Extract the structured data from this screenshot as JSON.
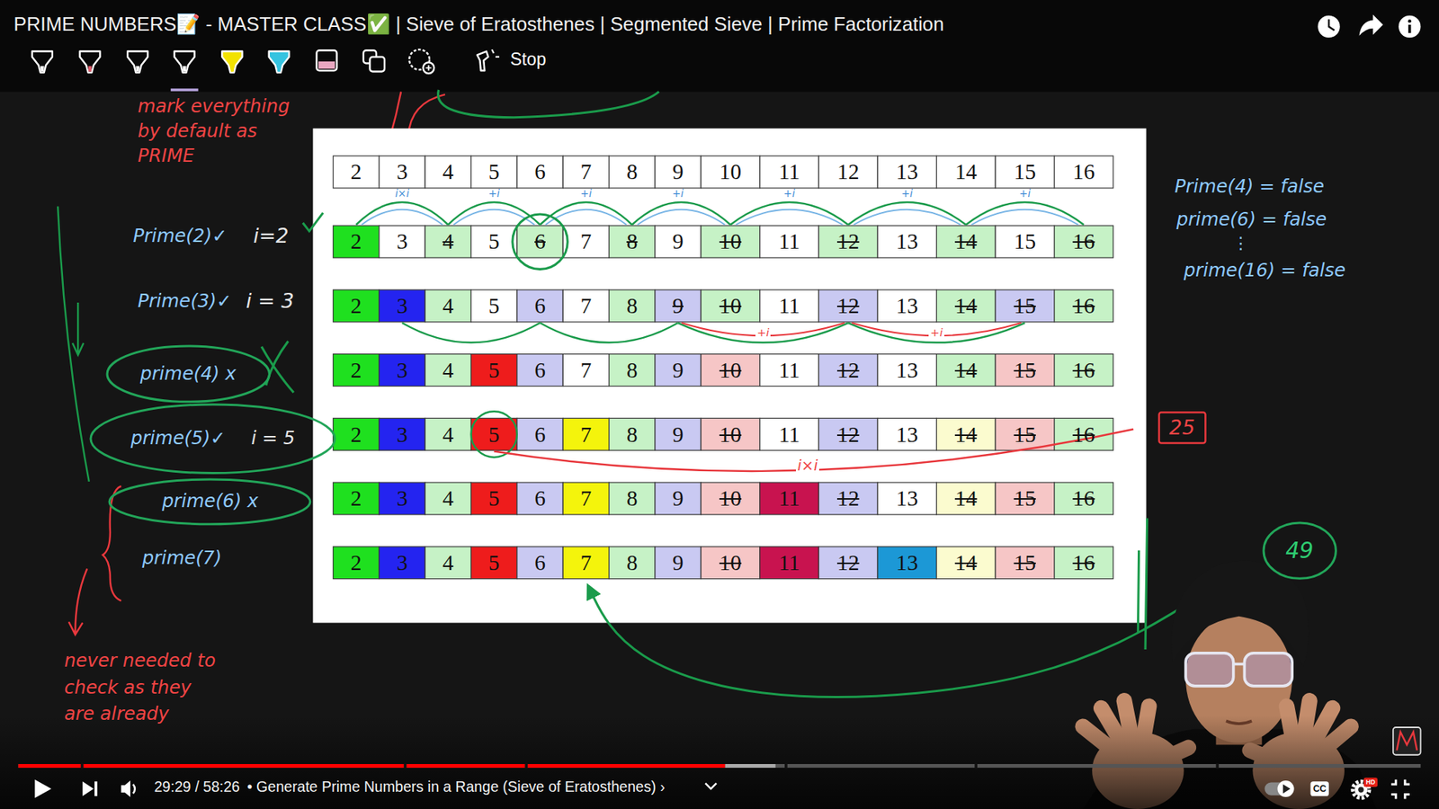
{
  "diagram": {
    "title": "PRIME NUMBERS📝 - MASTER CLASS✅ | Sieve of Eratosthenes | Segmented Sieve | Prime Factorization",
    "nodes": [
      {
        "text": [
          "prime(4) x"
        ]
      },
      {
        "text": [
          "prime(5)✓",
          "i = 5"
        ]
      },
      {
        "text": [
          "prime(6) x"
        ]
      },
      {
        "text": [
          "25"
        ]
      },
      {
        "text": [
          "49"
        ]
      }
    ],
    "labels": [
      "2",
      "3",
      "4",
      "5",
      "6",
      "7",
      "8",
      "9",
      "10",
      "11",
      "12",
      "13",
      "14",
      "15",
      "16",
      "2",
      "3",
      "4",
      "5",
      "6",
      "7",
      "8",
      "9",
      "10",
      "11",
      "12",
      "13",
      "14",
      "15",
      "16",
      "2",
      "3",
      "4",
      "5",
      "6",
      "7",
      "8",
      "9",
      "10",
      "11",
      "12",
      "13",
      "14",
      "15",
      "16",
      "2",
      "3",
      "4",
      "5",
      "6",
      "7",
      "8",
      "9",
      "10",
      "11",
      "12",
      "13",
      "14",
      "15",
      "16",
      "2",
      "3",
      "4",
      "5",
      "6",
      "7",
      "8",
      "9",
      "10",
      "11",
      "12",
      "13",
      "14",
      "15",
      "16",
      "2",
      "3",
      "4",
      "5",
      "6",
      "7",
      "8",
      "9",
      "10",
      "11",
      "12",
      "13",
      "14",
      "15",
      "16",
      "2",
      "3",
      "4",
      "5",
      "6",
      "7",
      "8",
      "9",
      "10",
      "11",
      "12",
      "13",
      "14",
      "15",
      "16",
      "Stop",
      "mark everything by default as PRIME",
      "Prime(2)✓",
      "i=2",
      "Prime(3)✓",
      "i = 3",
      "prime(7)",
      "never needed to check as they are already",
      "Prime(4) = false",
      "prime(6) = false",
      "⋮",
      "prime(16) = false",
      "i×i",
      "+i",
      "+i",
      "+i",
      "+i",
      "+i",
      "+i",
      "+i",
      "+i",
      "i×i",
      "29:29 / 58:26",
      "• Generate Prime Numbers in a Range (Sieve of Eratosthenes) ›",
      "CC",
      "HD"
    ]
  }
}
